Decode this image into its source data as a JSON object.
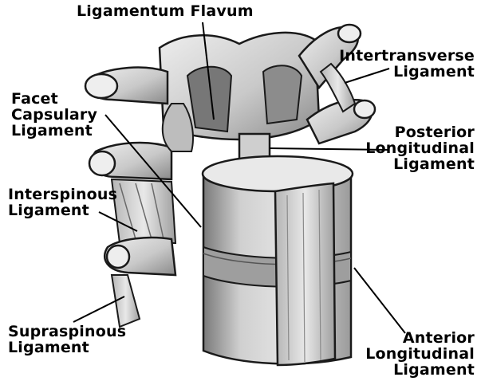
{
  "labels": {
    "ligamentum_flavum": [
      "Ligamentum Flavum"
    ],
    "intertransverse": [
      "Intertransverse",
      "Ligament"
    ],
    "facet_capsulary": [
      "Facet",
      "Capsulary",
      "Ligament"
    ],
    "posterior_longitudinal": [
      "Posterior",
      "Longitudinal",
      "Ligament"
    ],
    "interspinous": [
      "Interspinous",
      "Ligament"
    ],
    "supraspinous": [
      "Supraspinous",
      "Ligament"
    ],
    "anterior_longitudinal": [
      "Anterior",
      "Longitudinal",
      "Ligament"
    ]
  },
  "colors": {
    "bone": "#d8d8d8",
    "bone_shade": "#9c9c9c",
    "outline": "#1a1a1a",
    "label_text": "#000000"
  }
}
